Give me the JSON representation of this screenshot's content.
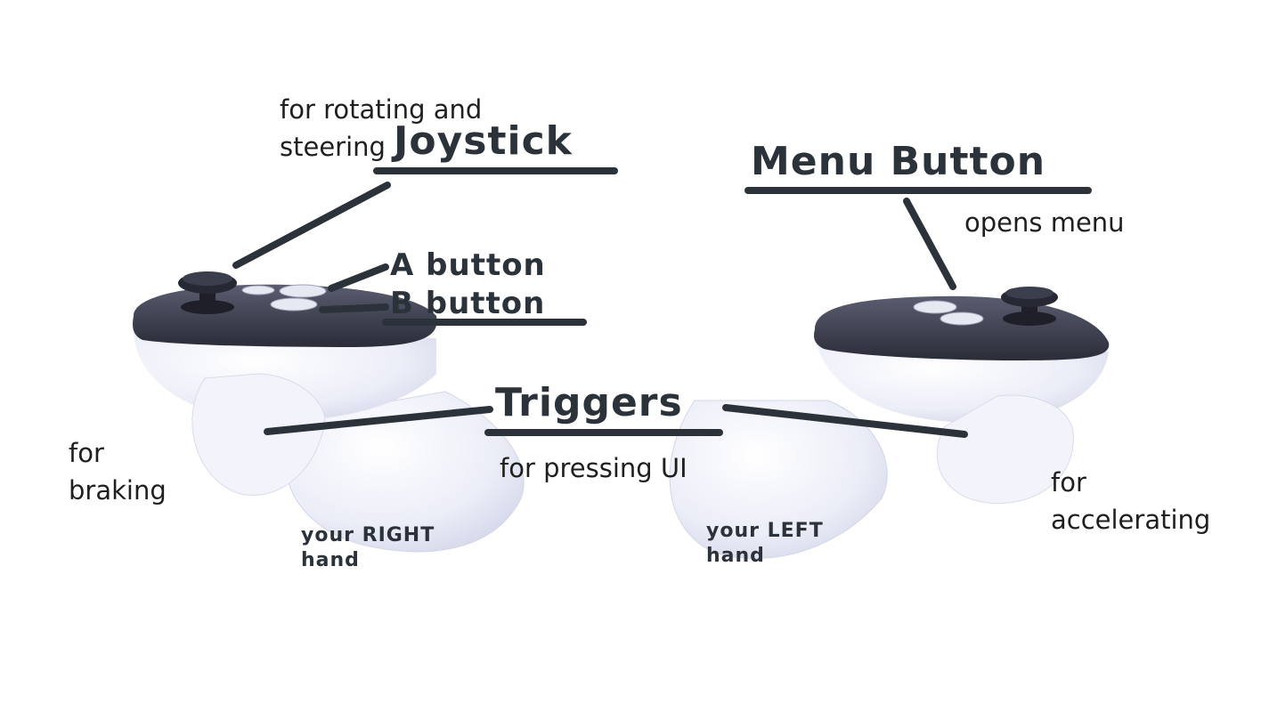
{
  "labels": {
    "joystick": {
      "title": "Joystick",
      "desc_line1": "for rotating and",
      "desc_line2": "steering"
    },
    "menu_button": {
      "title": "Menu Button",
      "desc": "opens menu"
    },
    "a_button": {
      "title": "A button"
    },
    "b_button": {
      "title": "B button"
    },
    "triggers": {
      "title": "Triggers",
      "desc": "for pressing UI"
    },
    "braking": {
      "line1": "for",
      "line2": "braking"
    },
    "accelerating": {
      "line1": "for",
      "line2": "accelerating"
    },
    "right_hand": {
      "line1": "your RIGHT",
      "line2": "hand"
    },
    "left_hand": {
      "line1": "your LEFT",
      "line2": "hand"
    }
  },
  "colors": {
    "label_text": "#2b323a",
    "leader_line": "#2b323a",
    "controller_body": "#eef0f8",
    "controller_top": "#3c3f4e"
  }
}
